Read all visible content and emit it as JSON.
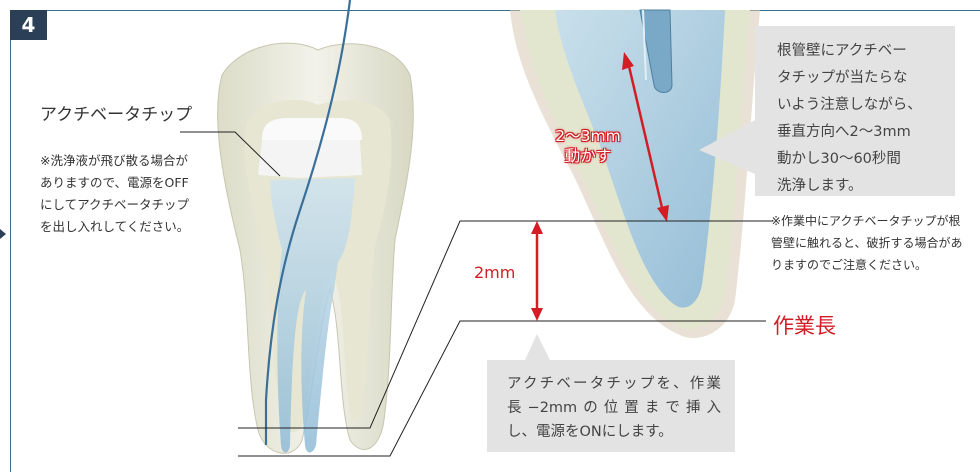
{
  "step": {
    "number": "4"
  },
  "left_panel": {
    "tip_title": "アクチベータチップ",
    "note": "※洗浄液が飛び散る場合がありますので、電源をOFFにしてアクチベータチップを出し入れしてください。"
  },
  "right_box": {
    "lines": [
      "根管壁にアクチベー",
      "タチップが当たらな",
      "いよう注意しながら、",
      "垂直方向へ2〜3mm",
      "動かし30〜60秒間",
      "洗浄します。"
    ]
  },
  "warning_note": "※作業中にアクチベータチップが根管壁に触れると、破折する場合がありますのでご注意ください。",
  "labels": {
    "move_range_line1": "2〜3mm",
    "move_range_line2": "動かす",
    "depth": "2mm",
    "working_length": "作業長"
  },
  "bottom_box": {
    "lines": [
      "アクチベータチップを、作業",
      "長−2mmの位置まで挿入",
      "し、電源をONにします。"
    ]
  },
  "colors": {
    "badge": "#2b3f57",
    "accent_red": "#d31d24",
    "callout_bg": "#e3e3e3",
    "frame": "#3c6f8c"
  }
}
